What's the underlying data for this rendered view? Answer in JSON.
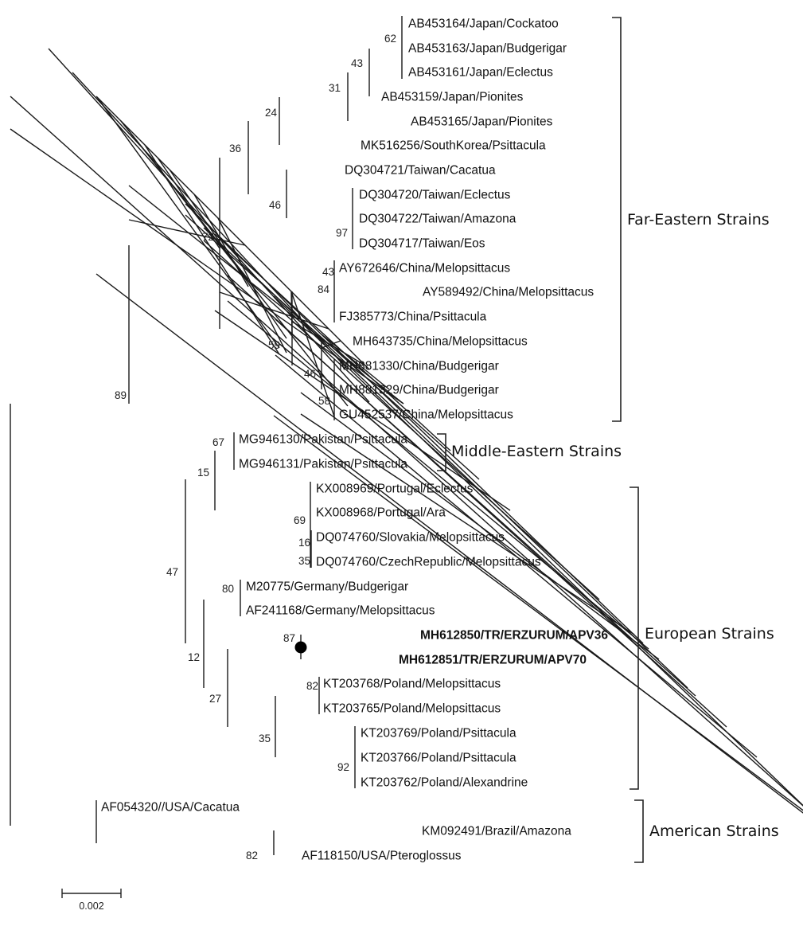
{
  "figure": {
    "title": "",
    "scale_bar": {
      "label": "0.002",
      "value": 0.002
    },
    "highlight_color": "#000000"
  },
  "leaves": [
    {
      "id": "L1",
      "label": "AB453164/Japan/Cockatoo"
    },
    {
      "id": "L2",
      "label": "AB453163/Japan/Budgerigar"
    },
    {
      "id": "L3",
      "label": "AB453161/Japan/Eclectus"
    },
    {
      "id": "L4",
      "label": "AB453159/Japan/Pionites"
    },
    {
      "id": "L5",
      "label": "AB453165/Japan/Pionites"
    },
    {
      "id": "L6",
      "label": "MK516256/SouthKorea/Psittacula"
    },
    {
      "id": "L7",
      "label": "DQ304721/Taiwan/Cacatua"
    },
    {
      "id": "L8",
      "label": "DQ304720/Taiwan/Eclectus"
    },
    {
      "id": "L9",
      "label": "DQ304722/Taiwan/Amazona"
    },
    {
      "id": "L10",
      "label": "DQ304717/Taiwan/Eos"
    },
    {
      "id": "L11",
      "label": "AY672646/China/Melopsittacus"
    },
    {
      "id": "L12",
      "label": "AY589492/China/Melopsittacus"
    },
    {
      "id": "L13",
      "label": "FJ385773/China/Psittacula"
    },
    {
      "id": "L14",
      "label": "MH643735/China/Melopsittacus"
    },
    {
      "id": "L15",
      "label": "MH881330/China/Budgerigar"
    },
    {
      "id": "L16",
      "label": "MH881329/China/Budgerigar"
    },
    {
      "id": "L17",
      "label": "GU452537/China/Melopsittacus"
    },
    {
      "id": "L18",
      "label": "MG946130/Pakistan/Psittacula"
    },
    {
      "id": "L19",
      "label": "MG946131/Pakistan/Psittacula"
    },
    {
      "id": "L20",
      "label": "KX008969/Portugal/Eclectus"
    },
    {
      "id": "L21",
      "label": "KX008968/Portugal/Ara"
    },
    {
      "id": "L22",
      "label": "DQ074760/Slovakia/Melopsittacus"
    },
    {
      "id": "L23",
      "label": "DQ074760/CzechRepublic/Melopsittacus"
    },
    {
      "id": "L24",
      "label": "M20775/Germany/Budgerigar"
    },
    {
      "id": "L25",
      "label": "AF241168/Germany/Melopsittacus"
    },
    {
      "id": "L26",
      "label": "MH612850/TR/ERZURUM/APV36",
      "bold": true
    },
    {
      "id": "L27",
      "label": "MH612851/TR/ERZURUM/APV70",
      "bold": true
    },
    {
      "id": "L28",
      "label": "KT203768/Poland/Melopsittacus"
    },
    {
      "id": "L29",
      "label": "KT203765/Poland/Melopsittacus"
    },
    {
      "id": "L30",
      "label": "KT203769/Poland/Psittacula"
    },
    {
      "id": "L31",
      "label": "KT203766/Poland/Psittacula"
    },
    {
      "id": "L32",
      "label": "KT203762/Poland/Alexandrine"
    },
    {
      "id": "L33",
      "label": "AF054320//USA/Cacatua"
    },
    {
      "id": "L34",
      "label": "KM092491/Brazil/Amazona"
    },
    {
      "id": "L35",
      "label": "AF118150/USA/Pteroglossus"
    }
  ],
  "bootstrap_values": [
    "62",
    "43",
    "31",
    "24",
    "36",
    "46",
    "97",
    "72",
    "43",
    "84",
    "59",
    "46",
    "58",
    "89",
    "67",
    "15",
    "69",
    "16",
    "35",
    "47",
    "80",
    "87",
    "12",
    "82",
    "27",
    "35",
    "92",
    "82"
  ],
  "highlighted_node": {
    "support": "87",
    "marker": "filled-circle"
  },
  "groups": [
    {
      "name": "Far-Eastern Strains"
    },
    {
      "name": "Middle-Eastern Strains"
    },
    {
      "name": "European Strains"
    },
    {
      "name": "American Strains"
    }
  ]
}
